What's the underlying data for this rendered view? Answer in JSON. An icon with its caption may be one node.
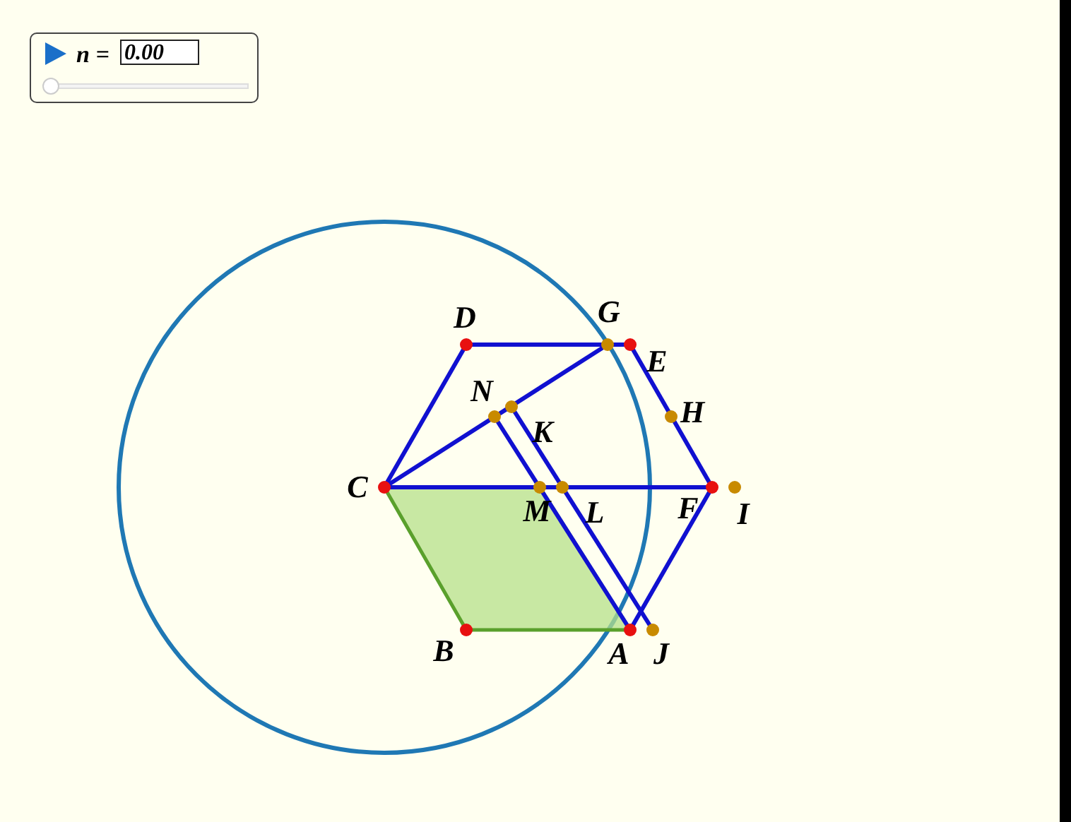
{
  "diagram": {
    "labels": [
      "n =",
      "0.00",
      "D",
      "G",
      "E",
      "N",
      "H",
      "K",
      "C",
      "M",
      "L",
      "F",
      "I",
      "B",
      "A",
      "J"
    ]
  }
}
